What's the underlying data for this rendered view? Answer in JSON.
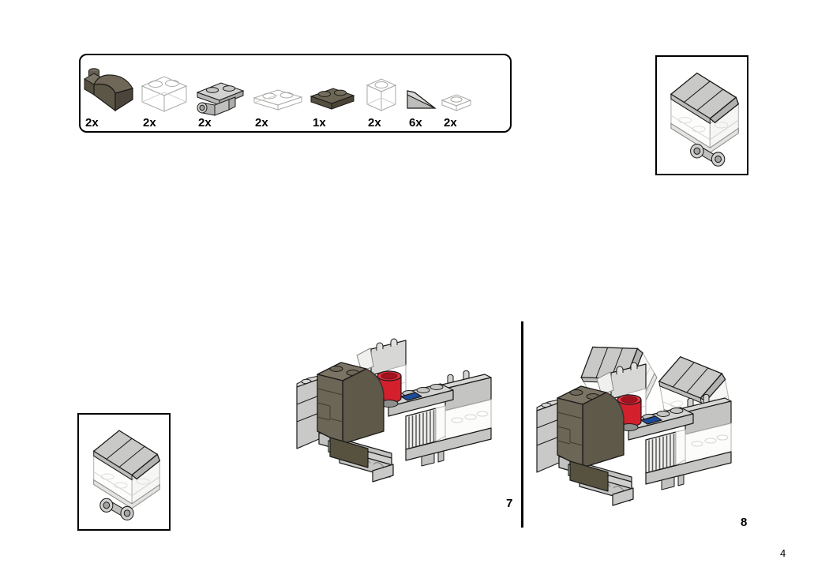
{
  "page": {
    "number": "4"
  },
  "parts_panel": {
    "items": [
      {
        "qty": "2x",
        "part": "brick-1x2-curved-top-dark-olive"
      },
      {
        "qty": "2x",
        "part": "brick-1x2-trans-clear"
      },
      {
        "qty": "2x",
        "part": "plate-1x2-wheel-holder-light-gray"
      },
      {
        "qty": "2x",
        "part": "plate-1x2-trans-clear"
      },
      {
        "qty": "1x",
        "part": "plate-1x2-dark-olive"
      },
      {
        "qty": "2x",
        "part": "brick-1x1-trans-clear"
      },
      {
        "qty": "6x",
        "part": "slope-light-gray"
      },
      {
        "qty": "2x",
        "part": "plate-1x1-trans-clear"
      }
    ]
  },
  "steps": [
    {
      "number": "7"
    },
    {
      "number": "8"
    }
  ],
  "previews": [
    {
      "name": "roof-subassembly-preview-top-right"
    },
    {
      "name": "roof-subassembly-preview-left"
    }
  ],
  "colors": {
    "dark_olive": "#5f594a",
    "dark_olive_light": "#7b7465",
    "dark_olive_shadow": "#4a443a",
    "light_gray": "#c9c9c7",
    "mid_gray": "#a9a9a7",
    "pale_gray": "#ededeb",
    "red": "#d41f2c",
    "blue": "#1d4b9a",
    "outline": "#1a1a1a"
  }
}
